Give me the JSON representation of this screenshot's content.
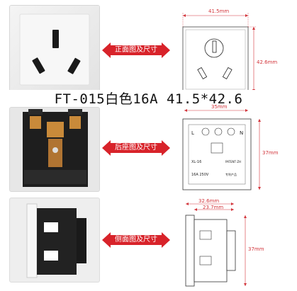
{
  "title": "FT-015白色16A 41.5*42.6",
  "sections": [
    {
      "label": "正面图及尺寸",
      "dim_width": "41.5mm",
      "dim_height": "42.6mm"
    },
    {
      "label": "后座图及尺寸",
      "dim_width": "35mm",
      "dim_height": "37mm",
      "diagram_text": {
        "left_top": "L",
        "right_top": "N",
        "model": "XL-16",
        "rating": "16A 250V",
        "right_col1": "PATENT·ZH",
        "right_col2": "专利产品"
      }
    },
    {
      "label": "侧面图及尺寸",
      "dim_width_outer": "32.6mm",
      "dim_width_inner": "23.7mm",
      "dim_height": "37mm"
    }
  ],
  "colors": {
    "arrow": "#d8232a",
    "dimension": "#d2343a"
  }
}
